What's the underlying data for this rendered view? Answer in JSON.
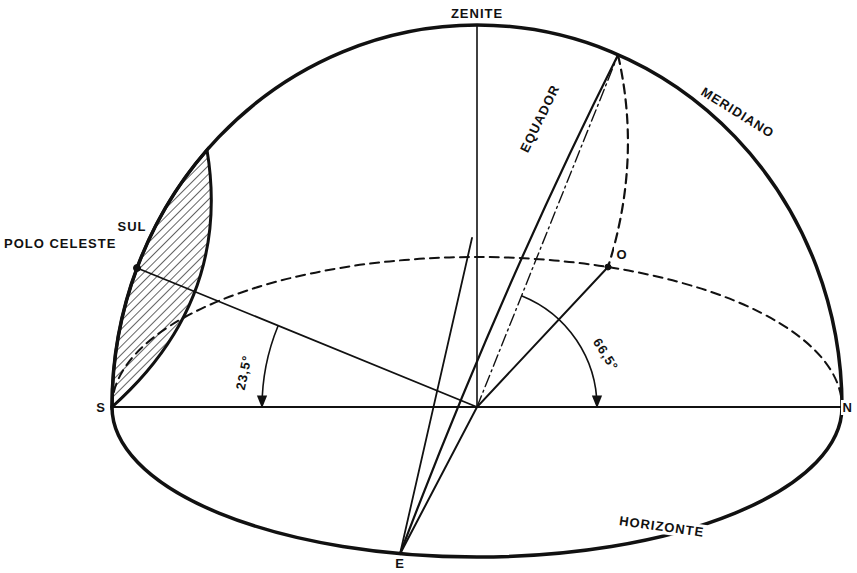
{
  "diagram": {
    "labels": [
      "ZENITE",
      "MERIDIANO",
      "EQUADOR",
      "POLO CELESTE",
      "SUL",
      "O",
      "S",
      "N",
      "E",
      "HORIZONTE",
      "23,5°",
      "66,5°"
    ]
  }
}
